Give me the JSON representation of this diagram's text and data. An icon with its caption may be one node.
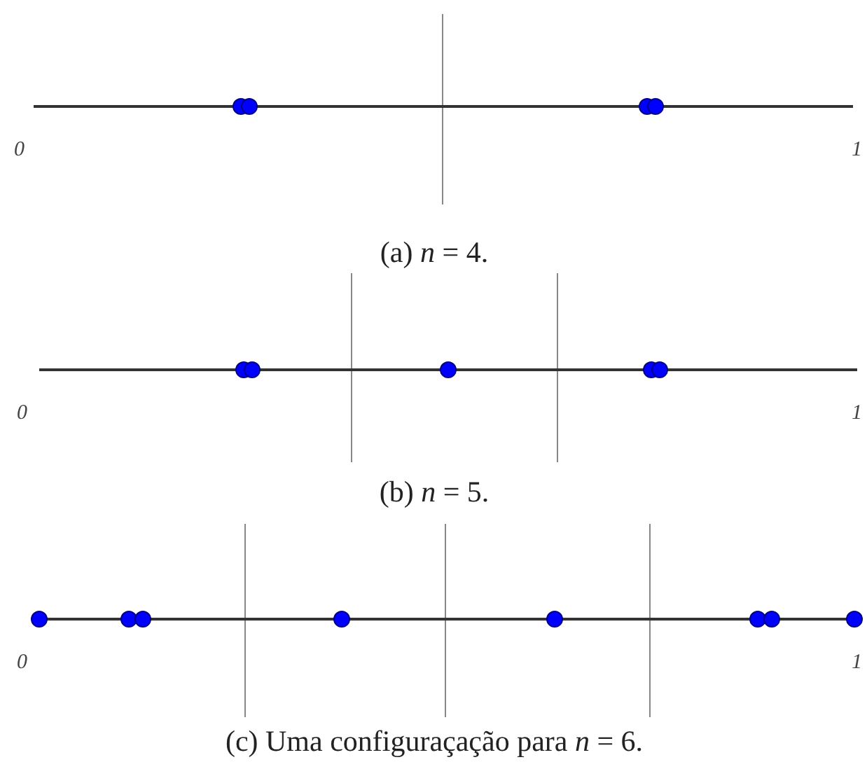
{
  "diagram": {
    "labels": [
      "0",
      "1",
      "(a) *n* = 4.",
      "0",
      "1",
      "(b) *n* = 5.",
      "0",
      "1",
      "(c) Uma configuraçação para *n* = 6."
    ]
  }
}
